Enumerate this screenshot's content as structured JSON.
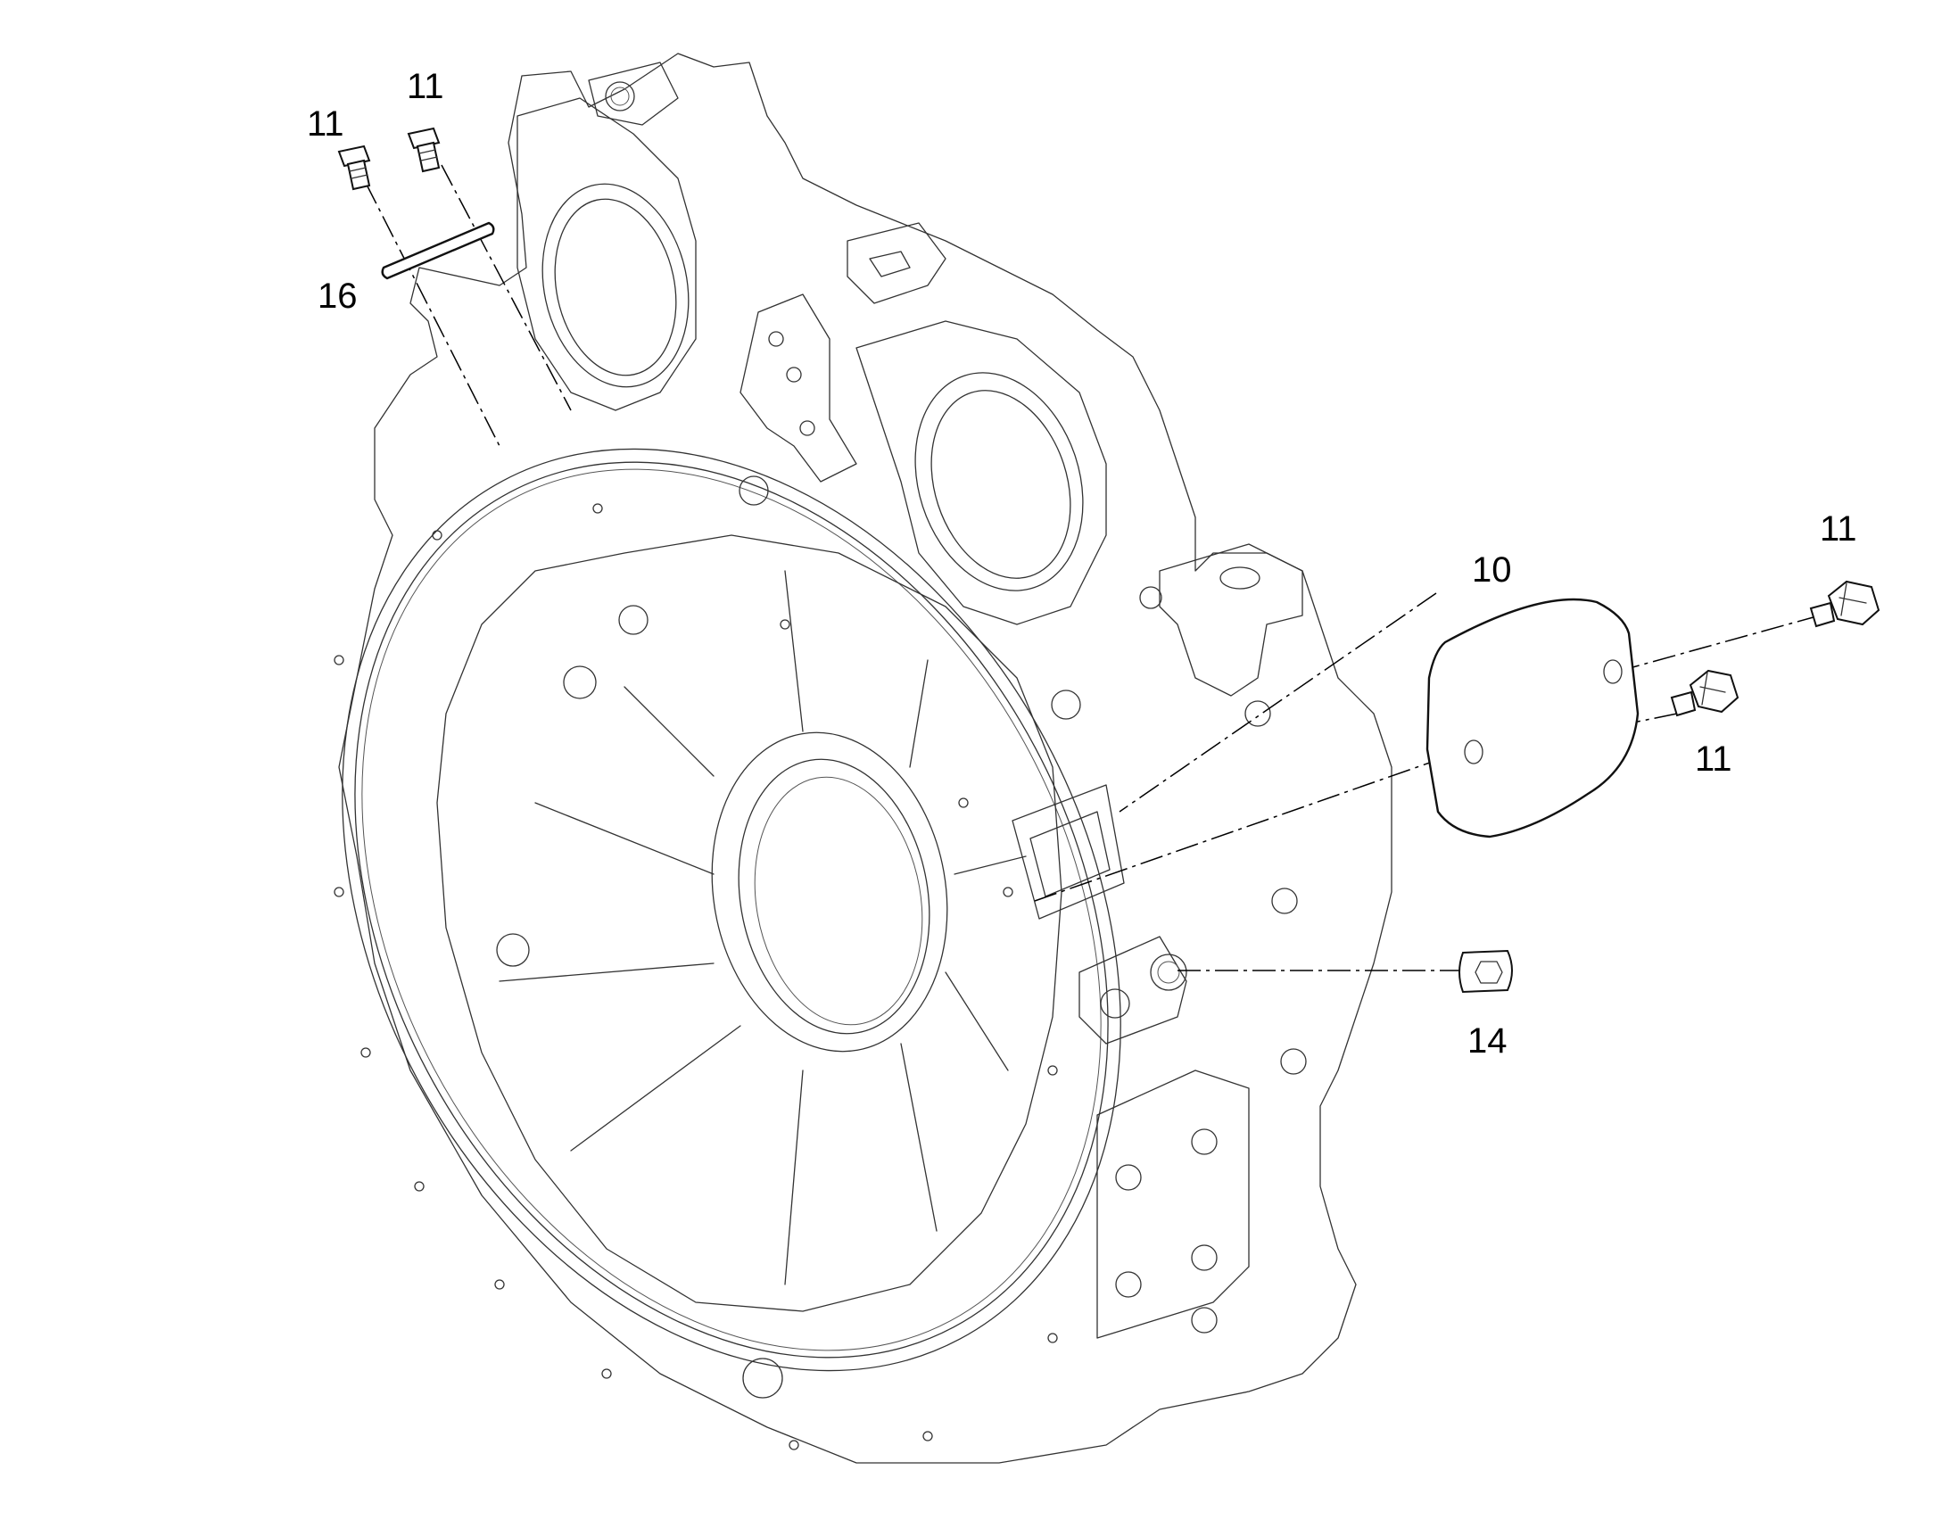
{
  "callouts": {
    "bolt_top_left": "11",
    "bolt_top_right": "11",
    "gasket_top": "16",
    "cover_plate": "10",
    "bolt_right_upper": "11",
    "bolt_right_lower": "11",
    "plug": "14"
  }
}
